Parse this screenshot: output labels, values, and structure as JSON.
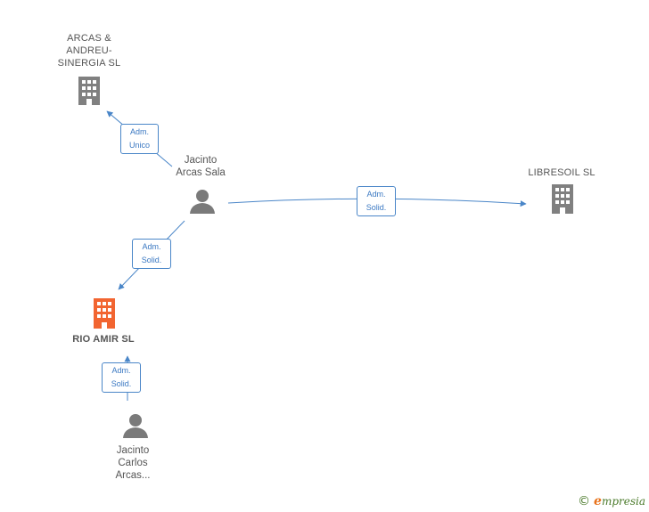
{
  "colors": {
    "edge": "#4a86c8",
    "company": "#808080",
    "company_focus": "#f26531",
    "person": "#7a7a7a"
  },
  "nodes": {
    "arcas": {
      "label": "ARCAS &\nANDREU-\nSINERGIA  SL",
      "icon": "building-icon"
    },
    "libresoil": {
      "label": "LIBRESOIL  SL",
      "icon": "building-icon"
    },
    "rio": {
      "label": "RIO AMIR  SL",
      "icon": "building-icon"
    },
    "jacinto_sala": {
      "label": "Jacinto\nArcas Sala",
      "icon": "person-icon"
    },
    "jacinto_carlos": {
      "label": "Jacinto\nCarlos\nArcas...",
      "icon": "person-icon"
    }
  },
  "edges": {
    "e1": {
      "label": "Adm.\nUnico"
    },
    "e2": {
      "label": "Adm.\nSolid."
    },
    "e3": {
      "label": "Adm.\nSolid."
    },
    "e4": {
      "label": "Adm.\nSolid."
    }
  },
  "brand": {
    "copyright": "©",
    "name": "mpresia",
    "initial": "e"
  }
}
